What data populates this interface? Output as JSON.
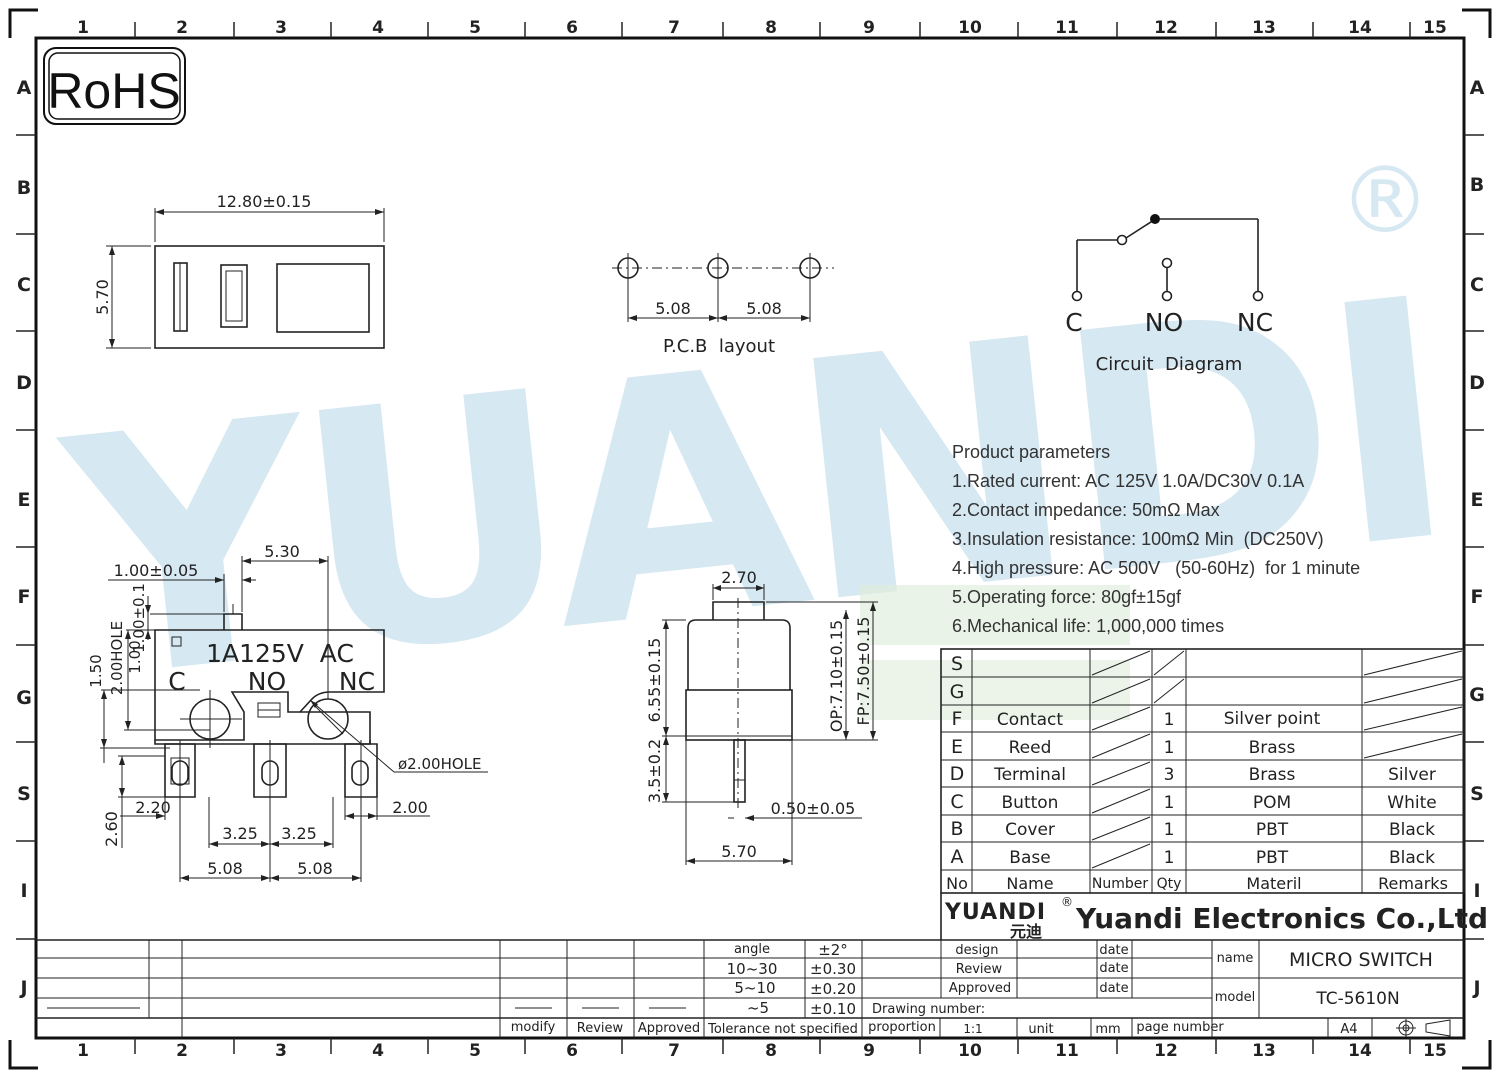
{
  "border": {
    "columns": [
      "1",
      "2",
      "3",
      "4",
      "5",
      "6",
      "7",
      "8",
      "9",
      "10",
      "11",
      "12",
      "13",
      "14",
      "15"
    ],
    "rows": [
      "A",
      "B",
      "C",
      "D",
      "E",
      "F",
      "G",
      "S",
      "I",
      "J"
    ]
  },
  "badge": "RoHS",
  "watermark": {
    "text": "YUANDI",
    "registered": "®"
  },
  "top_view": {
    "width_dim": "12.80±0.15",
    "height_dim": "5.70"
  },
  "pcb_layout": {
    "title": "P.C.B  layout",
    "pitch_left": "5.08",
    "pitch_right": "5.08"
  },
  "circuit": {
    "title": "Circuit  Diagram",
    "c": "C",
    "no": "NO",
    "nc": "NC"
  },
  "params": {
    "title": "Product parameters",
    "items": [
      "1.Rated current: AC 125V 1.0A/DC30V 0.1A",
      "2.Contact impedance: 50mΩ Max",
      "3.Insulation resistance: 100mΩ Min  (DC250V)",
      "4.High pressure: AC 500V   (50-60Hz)  for 1 minute",
      "5.Operating force: 80gf±15gf",
      "6.Mechanical life: 1,000,000 times"
    ]
  },
  "front_view": {
    "dim_lever": "1.00±0.05",
    "dim_530": "5.30",
    "dim_100_01": "1.00±0.1",
    "dim_200hole": "2.00HOLE",
    "dim_100": "1.00",
    "dim_150": "1.50",
    "label_rating": "1A125V  AC",
    "label_c": "C",
    "label_no": "NO",
    "label_nc": "NC",
    "hole_callout": "ø2.00HOLE",
    "dim_220": "2.20",
    "dim_260": "2.60",
    "dim_325_l": "3.25",
    "dim_325_r": "3.25",
    "dim_200": "2.00",
    "dim_508_l": "5.08",
    "dim_508_r": "5.08"
  },
  "side_view": {
    "dim_top": "2.70",
    "dim_655": "6.55±0.15",
    "dim_op": "OP:7.10±0.15",
    "dim_fp": "FP:7.50±0.15",
    "dim_35": "3.5±0.2",
    "dim_050": "0.50±0.05",
    "dim_570": "5.70"
  },
  "bom": {
    "header": {
      "no": "No",
      "name": "Name",
      "number": "Number",
      "qty": "Qty",
      "material": "Materil",
      "remarks": "Remarks"
    },
    "rows": [
      {
        "no": "S",
        "name": "",
        "qty": "",
        "material": "",
        "remarks": ""
      },
      {
        "no": "G",
        "name": "",
        "qty": "",
        "material": "",
        "remarks": ""
      },
      {
        "no": "F",
        "name": "Contact",
        "qty": "1",
        "material": "Silver point",
        "remarks": ""
      },
      {
        "no": "E",
        "name": "Reed",
        "qty": "1",
        "material": "Brass",
        "remarks": ""
      },
      {
        "no": "D",
        "name": "Terminal",
        "qty": "3",
        "material": "Brass",
        "remarks": "Silver"
      },
      {
        "no": "C",
        "name": "Button",
        "qty": "1",
        "material": "POM",
        "remarks": "White"
      },
      {
        "no": "B",
        "name": "Cover",
        "qty": "1",
        "material": "PBT",
        "remarks": "Black"
      },
      {
        "no": "A",
        "name": "Base",
        "qty": "1",
        "material": "PBT",
        "remarks": "Black"
      }
    ]
  },
  "company": {
    "logo_text": "YUANDI",
    "logo_cn": "元迪",
    "registered": "®",
    "name": "Yuandi Electronics Co.,Ltd"
  },
  "title_block": {
    "tolerance": {
      "rows": [
        {
          "range": "angle",
          "value": "±2°"
        },
        {
          "range": "10~30",
          "value": "±0.30"
        },
        {
          "range": "5~10",
          "value": "±0.20"
        },
        {
          "range": "~5",
          "value": "±0.10"
        }
      ],
      "footer": "Tolerance not specified"
    },
    "modify": "modify",
    "review_col": "Review",
    "approved_col": "Approved",
    "design": "design",
    "review": "Review",
    "approved": "Approved",
    "date": "date",
    "drawing_number": "Drawing number:",
    "proportion": "proportion",
    "scale": "1:1",
    "unit": "unit",
    "mm": "mm",
    "page_number": "page number",
    "name_label": "name",
    "name_value": "MICRO SWITCH",
    "model_label": "model",
    "model_value": "TC-5610N",
    "paper": "A4"
  },
  "colors": {
    "ink": "#222222",
    "watermark": "#cfe4ef",
    "watermark_green": "#dcebd9"
  }
}
